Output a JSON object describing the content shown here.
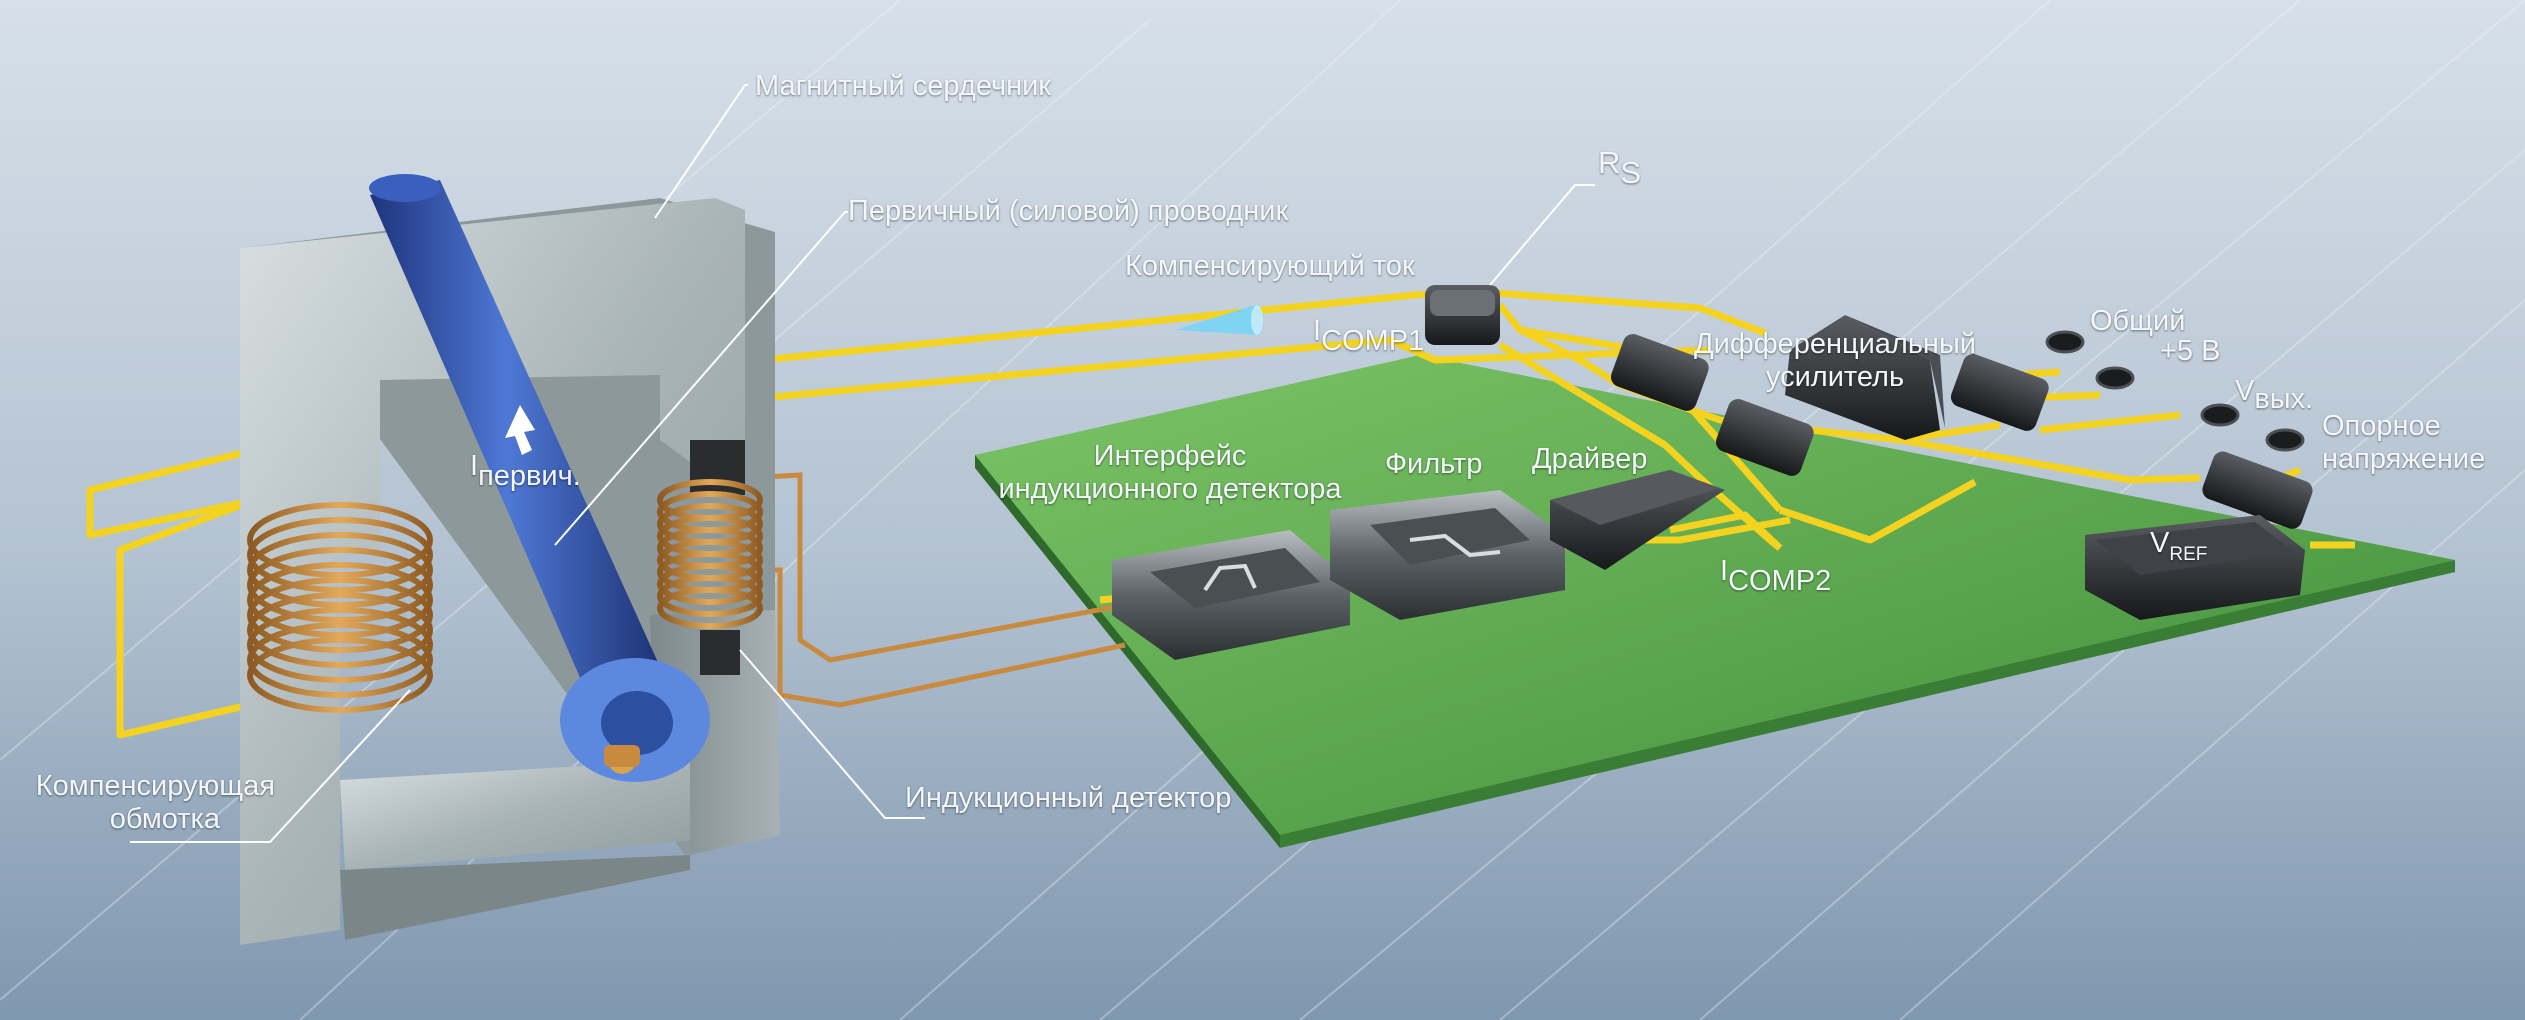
{
  "labels": {
    "magnetic_core": "Магнитный сердечник",
    "primary_conductor": "Первичный (силовой) проводник",
    "compensating_current": "Компенсирующий ток",
    "rs_main": "R",
    "rs_sub": "S",
    "icomp1_main": "I",
    "icomp1_sub": "COMP1",
    "icomp2_main": "I",
    "icomp2_sub": "COMP2",
    "iprimary_main": "I",
    "iprimary_sub": "первич.",
    "detector_interface_line1": "Интерфейс",
    "detector_interface_line2": "индукционного детектора",
    "filter": "Фильтр",
    "driver": "Драйвер",
    "diff_amp_line1": "Дифференциальный",
    "diff_amp_line2": "усилитель",
    "common": "Общий",
    "plus5v": "+5 В",
    "vout_main": "V",
    "vout_sub": "вых.",
    "reference_line1": "Опорное",
    "reference_line2": "напряжение",
    "vref_main": "V",
    "vref_sub": "REF",
    "comp_winding_line1": "Компенсирующая",
    "comp_winding_line2": "обмотка",
    "induction_detector": "Индукционный детектор"
  },
  "colors": {
    "background_top": "#cfd9e4",
    "background_bottom": "#7d95ad",
    "pcb_green": "#5fae4f",
    "trace_yellow": "#f3d31f",
    "copper": "#c88a3e",
    "conductor_blue": "#2e4fa8",
    "chip_dark": "#2a2c2e",
    "core_steel": "#b9c3c6"
  }
}
